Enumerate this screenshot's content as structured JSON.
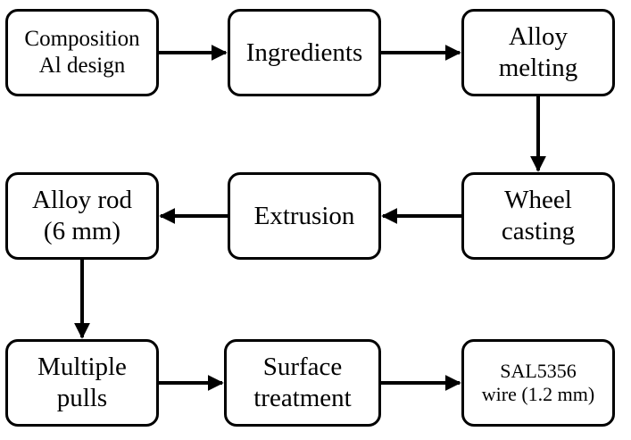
{
  "steps": {
    "composition": [
      "Composition",
      "Al design"
    ],
    "ingredients": [
      "Ingredients"
    ],
    "melting": [
      "Alloy",
      "melting"
    ],
    "casting": [
      "Wheel",
      "casting"
    ],
    "extrusion": [
      "Extrusion"
    ],
    "rod": [
      "Alloy rod",
      "(6 mm)"
    ],
    "pulls": [
      "Multiple",
      "pulls"
    ],
    "surface": [
      "Surface",
      "treatment"
    ],
    "wire": [
      "SAL5356",
      "wire (1.2 mm)"
    ]
  },
  "colors": {
    "stroke": "#000000",
    "background": "#ffffff"
  }
}
